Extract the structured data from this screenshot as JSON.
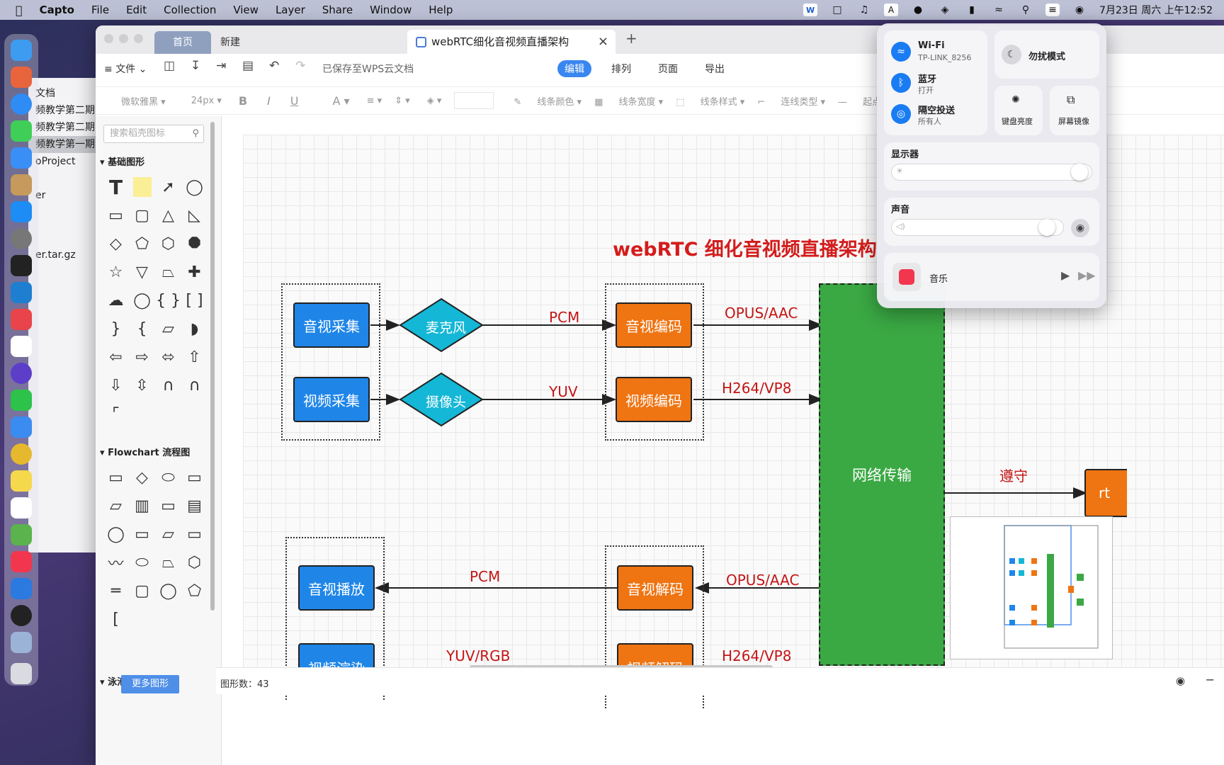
{
  "menubar": {
    "app": "Capto",
    "items": [
      "File",
      "Edit",
      "Collection",
      "View",
      "Layer",
      "Share",
      "Window",
      "Help"
    ],
    "clock": "7月23日 周六 上午12:52"
  },
  "finder": {
    "items": [
      "文档",
      "频教学第二期",
      "频教学第二期副",
      "频教学第一期",
      "oProject",
      "er",
      "er.tar.gz"
    ]
  },
  "window": {
    "tabs": {
      "home": "首页",
      "new": "新建",
      "doc": "webRTC细化音视频直播架构"
    },
    "menu": {
      "file": "文件",
      "saved": "已保存至WPS云文档"
    },
    "modes": [
      "编辑",
      "排列",
      "页面",
      "导出"
    ],
    "format": {
      "font": "微软雅黑",
      "size": "24px",
      "bold": "B",
      "italic": "I",
      "underline": "U",
      "fontcolor": "A",
      "line_color": "线条颜色",
      "line_width": "线条宽度",
      "line_style": "线条样式",
      "conn_type": "连线类型",
      "start": "起点"
    }
  },
  "panel": {
    "search_placeholder": "搜索稻壳图标",
    "basic": "基础图形",
    "flowchart": "Flowchart 流程图",
    "swimlane": "泳池/泳道",
    "more": "更多图形"
  },
  "status": {
    "shape_count": "图形数：43"
  },
  "diagram": {
    "title": "webRTC 细化音视频直播架构",
    "capture_audio": "音视采集",
    "capture_video": "视频采集",
    "mic": "麦克风",
    "camera": "摄像头",
    "pcm": "PCM",
    "yuv": "YUV",
    "enc_audio": "音视编码",
    "enc_video": "视频编码",
    "opus": "OPUS/AAC",
    "h264": "H264/VP8",
    "network": "网络传输",
    "comply": "遵守",
    "rt": "rt",
    "play_audio": "音视播放",
    "pcm2": "PCM",
    "dec_audio": "音视解码",
    "opus2": "OPUS/AAC",
    "yuvrgb": "YUV/RGB",
    "h264b": "H264/VP8",
    "render_video": "视频渲染",
    "dec_video": "视频解码"
  },
  "control_center": {
    "wifi": "Wi-Fi",
    "wifi_net": "TP-LINK_8256",
    "bt": "蓝牙",
    "bt_state": "打开",
    "airdrop": "隔空投送",
    "airdrop_state": "所有人",
    "dnd": "勿扰模式",
    "kb_bright": "键盘亮度",
    "mirror": "屏幕镜像",
    "display": "显示器",
    "display_level": 0.98,
    "sound": "声音",
    "sound_level": 0.95,
    "music": "音乐"
  }
}
